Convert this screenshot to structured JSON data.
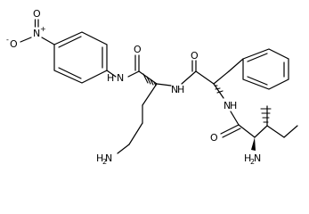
{
  "labels": {
    "nitro_o_top": "O",
    "nitro_n": "N",
    "nitro_n_charge": "+",
    "nitro_o_left": "O",
    "nitro_o_left_charge": "-",
    "anilide_n": "N",
    "anilide_h": "H",
    "amide1_o": "O",
    "amide2_o": "O",
    "amide2_n": "N",
    "amide2_h": "H",
    "amide3_n": "N",
    "amide3_h": "H",
    "amide3_o": "O",
    "lys_n": "N",
    "lys_h2": "H",
    "lys_sub2": "2",
    "ile_n": "N",
    "ile_h2": "H",
    "ile_sub2": "2"
  },
  "colors": {
    "ink": "#000000",
    "background": "#ffffff"
  }
}
